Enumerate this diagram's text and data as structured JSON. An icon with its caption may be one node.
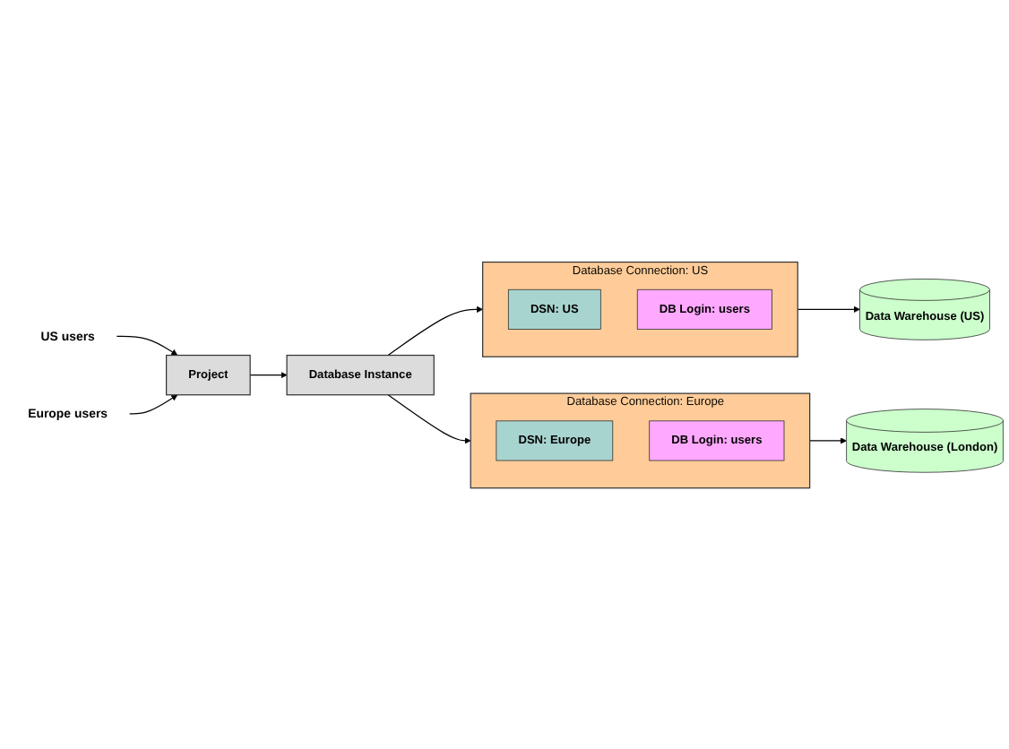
{
  "diagram": {
    "nodes": [
      {
        "text": [
          "US users"
        ]
      },
      {
        "text": [
          "Europe users"
        ]
      },
      {
        "text": [
          "Project"
        ]
      },
      {
        "text": [
          "Database Instance"
        ]
      },
      {
        "text": [
          "Database Connection: US"
        ]
      },
      {
        "text": [
          "DSN: US"
        ],
        "in": 4
      },
      {
        "text": [
          "DB Login: users"
        ],
        "in": 4
      },
      {
        "text": [
          "Database Connection: Europe"
        ]
      },
      {
        "text": [
          "DSN: Europe"
        ],
        "in": 7
      },
      {
        "text": [
          "DB Login: users"
        ],
        "in": 7
      },
      {
        "text": [
          "Data Warehouse (US)"
        ]
      },
      {
        "text": [
          "Data Warehouse (London)"
        ]
      }
    ],
    "edges": [
      {
        "from": 0,
        "to": 2,
        "arrow": "to"
      },
      {
        "from": 1,
        "to": 2,
        "arrow": "to"
      },
      {
        "from": 2,
        "to": 3,
        "arrow": "to"
      },
      {
        "from": 3,
        "to": 4,
        "arrow": "to"
      },
      {
        "from": 3,
        "to": 7,
        "arrow": "to"
      },
      {
        "from": 4,
        "to": 10,
        "arrow": "to"
      },
      {
        "from": 7,
        "to": 11,
        "arrow": "to"
      }
    ]
  }
}
